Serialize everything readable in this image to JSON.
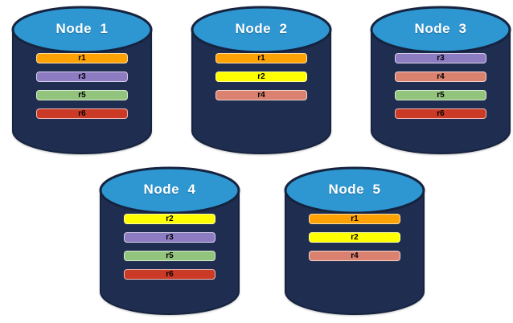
{
  "colors": {
    "background": "#FFFFFF",
    "cylinder_body": "#1F2E50",
    "cylinder_outline": "#16233F",
    "cylinder_top": "#2E96D1",
    "replicas": {
      "r1": "#FFA203",
      "r2": "#FFFF00",
      "r3": "#8E7CC3",
      "r4": "#DB8170",
      "r5": "#93C47D",
      "r6": "#CB3A27"
    }
  },
  "nodes": [
    {
      "label": "Node  1",
      "replicas": [
        "r1",
        "r3",
        "r5",
        "r6"
      ]
    },
    {
      "label": "Node  2",
      "replicas": [
        "r1",
        "r2",
        "r4"
      ]
    },
    {
      "label": "Node  3",
      "replicas": [
        "r3",
        "r4",
        "r5",
        "r6"
      ]
    },
    {
      "label": "Node  4",
      "replicas": [
        "r2",
        "r3",
        "r5",
        "r6"
      ]
    },
    {
      "label": "Node  5",
      "replicas": [
        "r1",
        "r2",
        "r4"
      ]
    }
  ],
  "layout": {
    "rows": [
      [
        0,
        1,
        2
      ],
      [
        3,
        4
      ]
    ]
  }
}
